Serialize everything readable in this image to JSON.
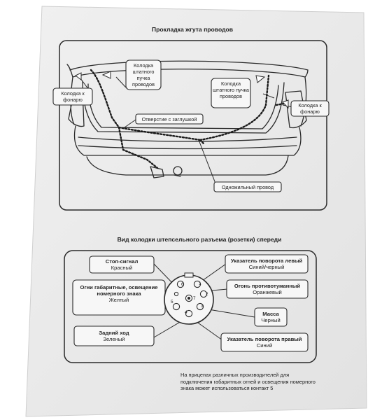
{
  "harness_section": {
    "title": "Прокладка жгута проводов",
    "labels": {
      "connector_lamp_left": "Колодка к фонарю",
      "std_harness_left": "Колодка штатного пучка проводов",
      "std_harness_right": "Колодка штатного пучка проводов",
      "connector_lamp_right": "Колодка к фонарю",
      "plugged_hole": "Отверстие с заглушкой",
      "single_wire": "Одножильный провод"
    }
  },
  "socket_section": {
    "title": "Вид колодки штепсельного разъема (розетки) спереди",
    "pins": [
      {
        "name": "Стоп-сигнал",
        "color": "Красный",
        "contact": "6"
      },
      {
        "name": "Огни габаритные, освещение номерного знака",
        "color": "Желтый",
        "contact": "5"
      },
      {
        "name": "Задний ход",
        "color": "Зеленый",
        "contact": "4"
      },
      {
        "name": "Указатель поворота левый",
        "color": "Синий/черный",
        "contact": "1"
      },
      {
        "name": "Огонь противотуманный",
        "color": "Оранжевый",
        "contact": "2"
      },
      {
        "name": "Масса",
        "color": "Черный",
        "contact": "3"
      },
      {
        "name": "Указатель поворота правый",
        "color": "Синий",
        "contact": "7"
      }
    ],
    "note": "На прицепах различных производителей для подключения габаритных огней и освещения номерного знака может использоваться контакт 5"
  }
}
